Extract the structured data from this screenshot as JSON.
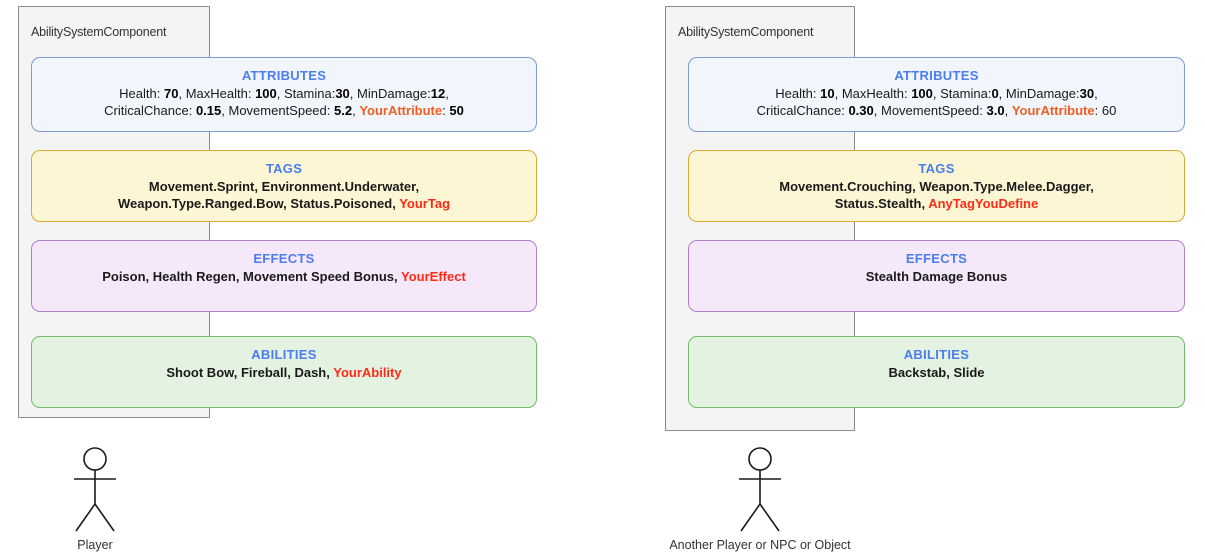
{
  "diagram": {
    "title": "Ability System Component overview",
    "colors": {
      "accent_title": "#4a7ef0",
      "highlight_red": "#ff2a16",
      "highlight_orange": "#ef5f22",
      "container_fill": "#f4f4f4",
      "container_border": "#8c8c8c",
      "attributes_fill": "#f2f5fb",
      "attributes_border": "#7d9dd0",
      "tags_fill": "#fdf6d5",
      "tags_border": "#dba92f",
      "effects_fill": "#f6e8fb",
      "effects_border": "#b07ecb",
      "abilities_fill": "#e4f2e2",
      "abilities_border": "#74b96c"
    }
  },
  "panels": [
    {
      "component_label": "AbilitySystemComponent",
      "actor_label": "Player",
      "attributes": {
        "title": "ATTRIBUTES",
        "line1": [
          {
            "key": "Health: ",
            "value": "70",
            "sep": ", "
          },
          {
            "key": "MaxHealth: ",
            "value": "100",
            "sep": ", "
          },
          {
            "key": "Stamina:",
            "value": "30",
            "sep": ", "
          },
          {
            "key": "MinDamage:",
            "value": "12",
            "sep": ","
          }
        ],
        "line2": [
          {
            "key": "CriticalChance: ",
            "value": "0.15",
            "sep": ", "
          },
          {
            "key": "MovementSpeed: ",
            "value": "5.2",
            "sep": ", "
          },
          {
            "key": "YourAttribute",
            "value": "50",
            "sep": "",
            "highlight": "orange"
          }
        ]
      },
      "tags": {
        "title": "TAGS",
        "line1": "Movement.Sprint, Environment.Underwater,",
        "line2_plain": "Weapon.Type.Ranged.Bow, Status.Poisoned, ",
        "line2_highlight": "YourTag"
      },
      "effects": {
        "title": "EFFECTS",
        "line1_plain": "Poison, Health Regen, Movement Speed Bonus, ",
        "line1_highlight": "YourEffect"
      },
      "abilities": {
        "title": "ABILITIES",
        "line1_plain": "Shoot Bow, Fireball, Dash, ",
        "line1_highlight": "YourAbility"
      }
    },
    {
      "component_label": "AbilitySystemComponent",
      "actor_label": "Another Player or NPC or Object",
      "attributes": {
        "title": "ATTRIBUTES",
        "line1": [
          {
            "key": "Health: ",
            "value": "10",
            "sep": ", "
          },
          {
            "key": "MaxHealth: ",
            "value": "100",
            "sep": ", "
          },
          {
            "key": "Stamina:",
            "value": "0",
            "sep": ", "
          },
          {
            "key": "MinDamage:",
            "value": "30",
            "sep": ","
          }
        ],
        "line2": [
          {
            "key": "CriticalChance: ",
            "value": "0.30",
            "sep": ", "
          },
          {
            "key": "MovementSpeed: ",
            "value": "3.0",
            "sep": ", "
          },
          {
            "key": "YourAttribute",
            "value": "60",
            "sep": "",
            "highlight": "orange"
          }
        ]
      },
      "tags": {
        "title": "TAGS",
        "line1": "Movement.Crouching, Weapon.Type.Melee.Dagger,",
        "line2_plain": "Status.Stealth, ",
        "line2_highlight": "AnyTagYouDefine"
      },
      "effects": {
        "title": "EFFECTS",
        "line1_plain": "Stealth Damage Bonus",
        "line1_highlight": ""
      },
      "abilities": {
        "title": "ABILITIES",
        "line1_plain": "Backstab, Slide",
        "line1_highlight": ""
      }
    }
  ]
}
